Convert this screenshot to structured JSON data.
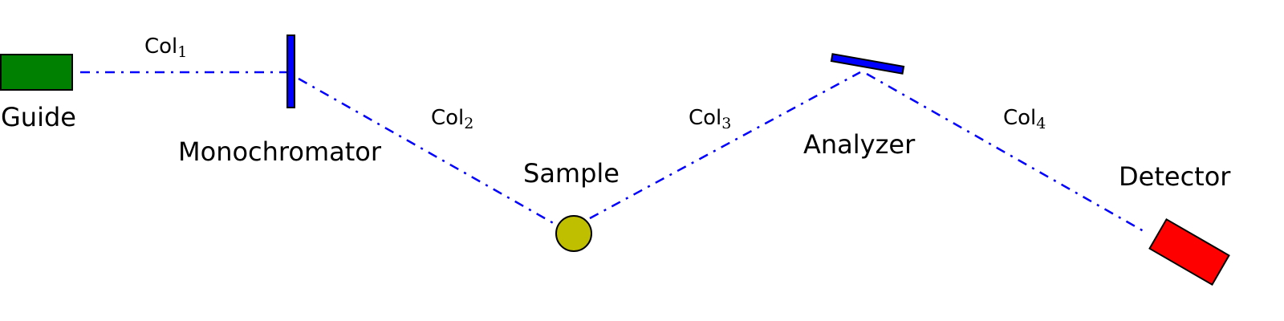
{
  "colors": {
    "guide": "#008000",
    "monochromator": "#0000ff",
    "sample": "#bfbf00",
    "analyzer": "#0000ff",
    "detector": "#ff0000",
    "beam": "#0000ff",
    "outline": "#000000"
  },
  "components": {
    "guide": "Guide",
    "monochromator": "Monochromator",
    "sample": "Sample",
    "analyzer": "Analyzer",
    "detector": "Detector"
  },
  "collimators": [
    {
      "base": "Col",
      "index": "1"
    },
    {
      "base": "Col",
      "index": "2"
    },
    {
      "base": "Col",
      "index": "3"
    },
    {
      "base": "Col",
      "index": "4"
    }
  ]
}
